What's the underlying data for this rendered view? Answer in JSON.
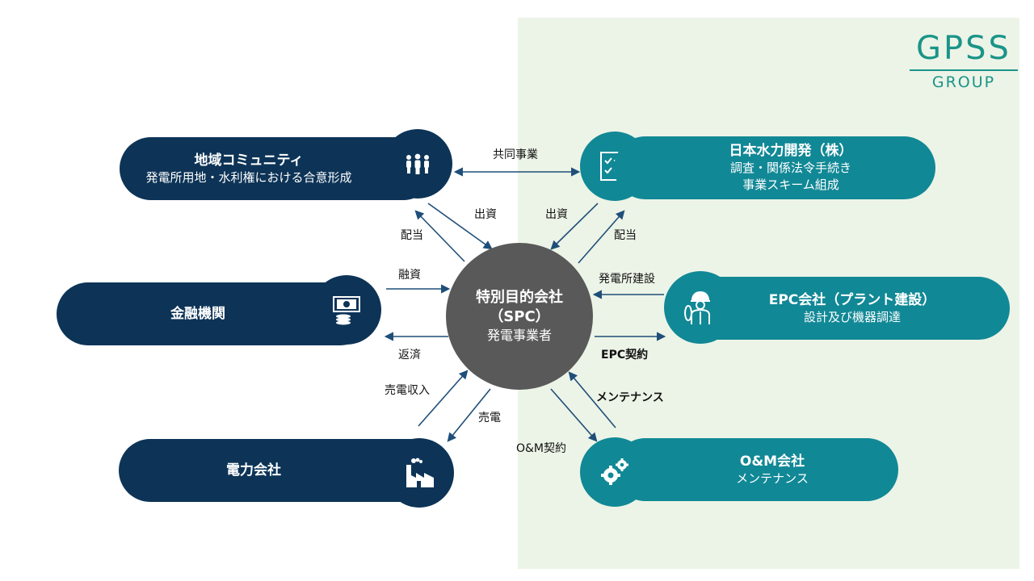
{
  "logo": {
    "top": "GPSS",
    "bottom": "GROUP"
  },
  "center": {
    "line1": "特別目的会社",
    "line2": "（SPC）",
    "line3": "発電事業者"
  },
  "nodes": {
    "community": {
      "title": "地域コミュニティ",
      "subtitle": "発電所用地・水利権における合意形成",
      "icon": "people-icon"
    },
    "finance": {
      "title": "金融機関",
      "icon": "money-icon"
    },
    "power": {
      "title": "電力会社",
      "icon": "factory-icon"
    },
    "nippon": {
      "title": "日本水力開発（株）",
      "subtitle1": "調査・関係法令手続き",
      "subtitle2": "事業スキーム組成",
      "icon": "checklist-icon"
    },
    "epc": {
      "title": "EPC会社（プラント建設）",
      "subtitle": "設計及び機器調達",
      "icon": "engineer-icon"
    },
    "om": {
      "title": "O&M会社",
      "subtitle": "メンテナンス",
      "icon": "gears-icon"
    }
  },
  "labels": {
    "joint": "共同事業",
    "invest_left": "出資",
    "dividend_left": "配当",
    "invest_right": "出資",
    "dividend_right": "配当",
    "loan": "融資",
    "repay": "返済",
    "construction": "発電所建設",
    "epc_contract": "EPC契約",
    "sales_income": "売電収入",
    "sales": "売電",
    "maintenance": "メンテナンス",
    "om_contract": "O&M契約"
  },
  "colors": {
    "navy": "#0d3457",
    "teal": "#118896",
    "gray": "#595959",
    "green_bg": "#ecf4e7",
    "logo": "#1a9488"
  }
}
